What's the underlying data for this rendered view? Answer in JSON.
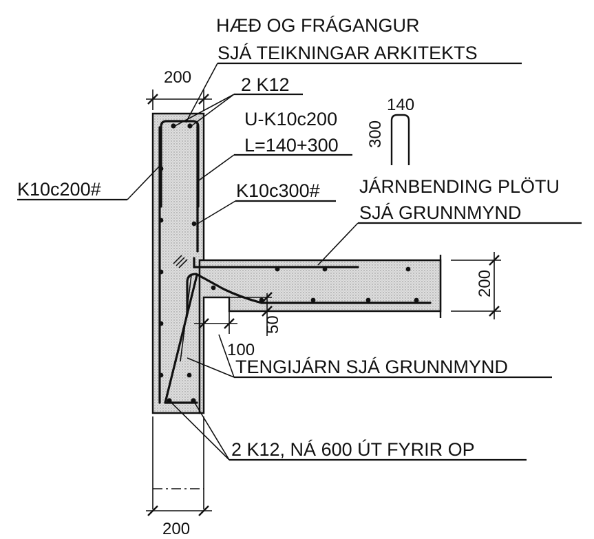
{
  "labels": {
    "title_line1": "HÆÐ OG FRÁGANGUR",
    "title_line2": "SJÁ TEIKNINGAR ARKITEKTS",
    "top_bars": "2 K12",
    "u_bar_line1": "U-K10c200",
    "u_bar_line2": "L=140+300",
    "outer_mesh": "K10c200#",
    "inner_mesh": "K10c300#",
    "slab_rebar_line1": "JÁRNBENDING PLÖTU",
    "slab_rebar_line2": "SJÁ GRUNNMYND",
    "tie_bars": "TENGIJÁRN SJÁ GRUNNMYND",
    "bottom_bars": "2 K12, NÁ 600 ÚT FYRIR OP"
  },
  "dimensions": {
    "wall_top_width": "200",
    "u_bar_width": "140",
    "u_bar_height": "300",
    "slab_thickness": "200",
    "notch_depth": "50",
    "notch_width": "100",
    "wall_bottom_width": "200"
  },
  "colors": {
    "ink": "#111111",
    "concrete_fill": "#dcdcdc",
    "background": "#ffffff"
  }
}
